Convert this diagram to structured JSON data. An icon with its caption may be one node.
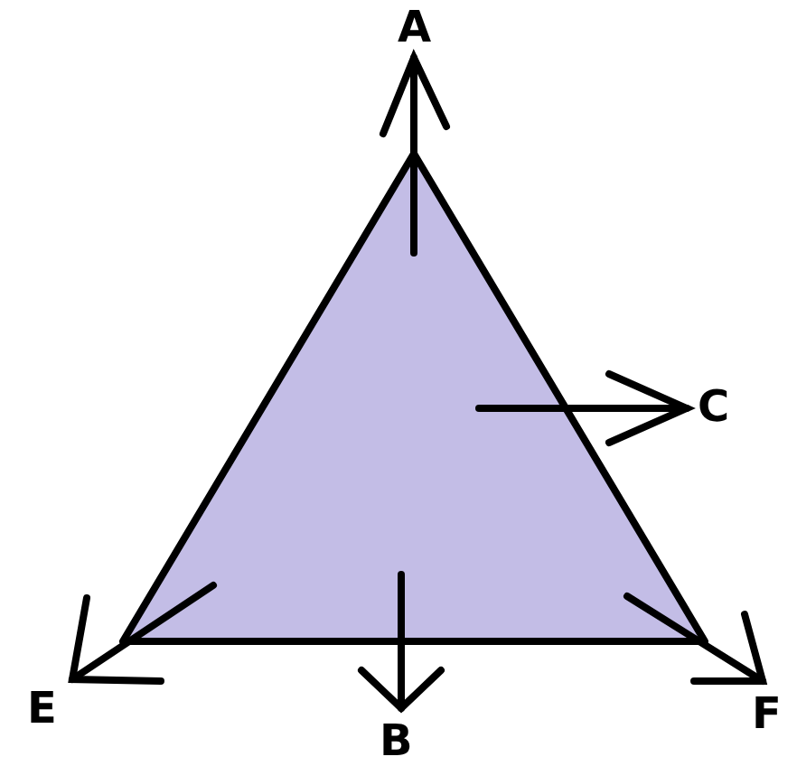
{
  "diagram": {
    "labels": [
      "A",
      "C",
      "E",
      "F",
      "B"
    ]
  }
}
